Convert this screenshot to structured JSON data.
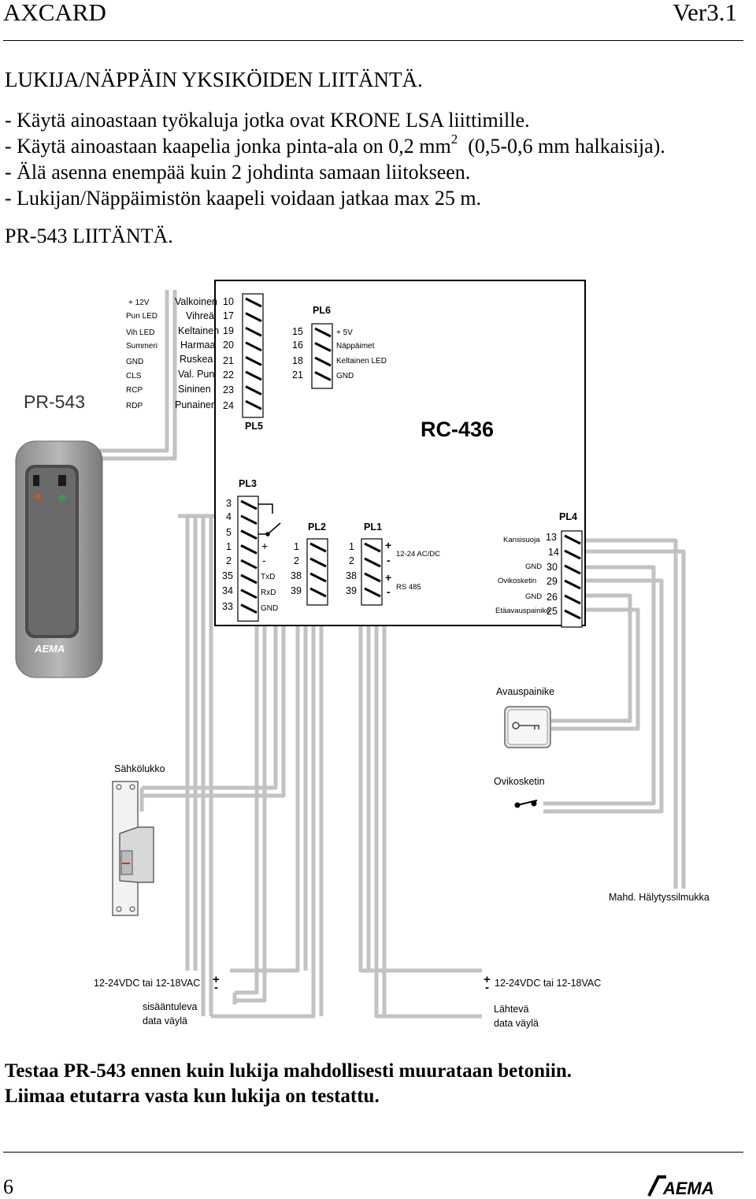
{
  "header": {
    "left": "AXCARD",
    "right": "Ver3.1"
  },
  "title": "LUKIJA/NÄPPÄIN YKSIKÖIDEN LIITÄNTÄ.",
  "bullets": {
    "b1": "- Käytä ainoastaan työkaluja jotka ovat KRONE LSA liittimille.",
    "b2_pre": "- Käytä ainoastaan kaapelia jonka pinta-ala on 0,2 mm",
    "b2_sup": "2",
    "b2_post": "(0,5-0,6 mm halkaisija).",
    "b3": "- Älä asenna enempää kuin 2 johdinta samaan liitokseen.",
    "b4": "- Lukijan/Näppäimistön kaapeli voidaan jatkaa max 25 m."
  },
  "section_title": "PR-543 LIITÄNTÄ.",
  "diagram": {
    "reader_label": "PR-543",
    "reader_brand": "AEMA",
    "board_label": "RC-436",
    "pr543_signals": [
      "+ 12V",
      "Pun LED",
      "Vih LED",
      "Summeri",
      "GND",
      "CLS",
      "RCP",
      "RDP"
    ],
    "wire_colors": [
      "Valkoinen",
      "Vihreä",
      "Keltainen",
      "Harmaa",
      "Ruskea",
      "Val. Pun",
      "Sininen",
      "Punainen"
    ],
    "pl5": {
      "label": "PL5",
      "pins": [
        "10",
        "17",
        "19",
        "20",
        "21",
        "22",
        "23",
        "24"
      ]
    },
    "pl6": {
      "label": "PL6",
      "pins": [
        "15",
        "16",
        "18",
        "21"
      ],
      "signals": [
        "+ 5V",
        "Näppäimet",
        "Keltainen LED",
        "GND"
      ]
    },
    "pl3": {
      "label": "PL3",
      "pins": [
        "3",
        "4",
        "5",
        "1",
        "2",
        "35",
        "34",
        "33"
      ],
      "signals": [
        "+",
        "-",
        "TxD",
        "RxD",
        "GND"
      ]
    },
    "pl2": {
      "label": "PL2",
      "pins": [
        "1",
        "2",
        "38",
        "39"
      ]
    },
    "pl1": {
      "label": "PL1",
      "pins": [
        "1",
        "2",
        "38",
        "39"
      ],
      "signs": [
        "+",
        "-",
        "+",
        "-"
      ],
      "power_label": "12-24 AC/DC",
      "rs_label": "RS 485"
    },
    "pl4": {
      "label": "PL4",
      "pins": [
        "13",
        "14",
        "30",
        "29",
        "26",
        "25"
      ],
      "signals": [
        "Kansisuoja",
        "GND",
        "Ovikosketin",
        "GND",
        "Etäavauspainike"
      ]
    },
    "avauspainike": "Avauspainike",
    "sahkolukko": "Sähkölukko",
    "ovikosketin": "Ovikosketin",
    "halytys": "Mahd. Hälytyssilmukka",
    "left_power": "12-24VDC tai 12-18VAC",
    "right_power": "12-24VDC tai 12-18VAC",
    "plus": "+",
    "minus": "-",
    "left_data_1": "sisääntuleva",
    "left_data_2": "data väylä",
    "right_data_1": "Lähtevä",
    "right_data_2": "data väylä"
  },
  "footer": {
    "line1": "Testaa PR-543 ennen kuin lukija mahdollisesti muurataan betoniin.",
    "line2": "Liimaa etutarra vasta kun lukija on testattu."
  },
  "page_number": "6",
  "footer_brand": "AEMA"
}
